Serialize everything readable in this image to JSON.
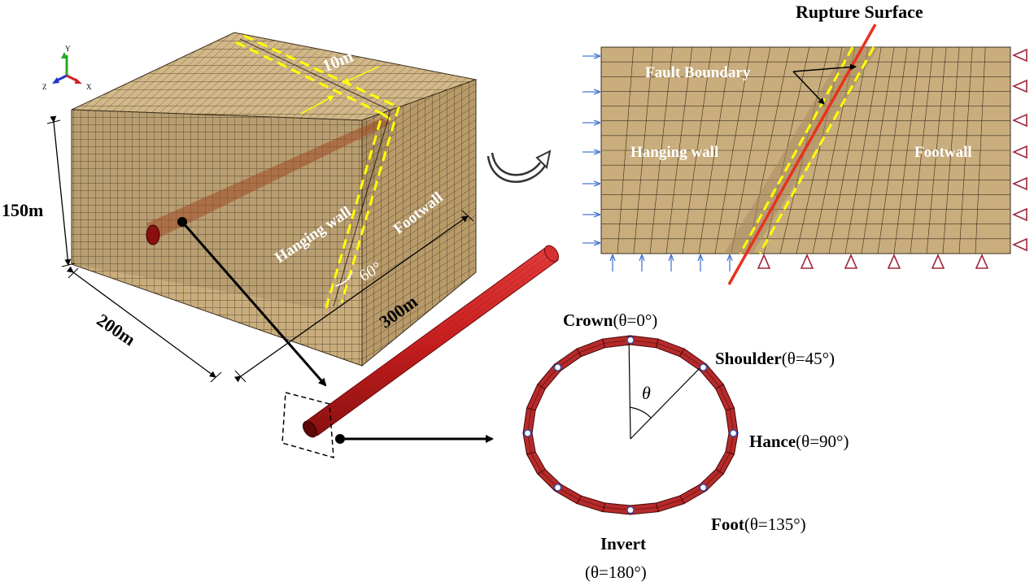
{
  "block": {
    "dim_height": "150m",
    "dim_width": "200m",
    "dim_length": "300m",
    "fault_width": "10m",
    "angle": "60°",
    "hanging_wall": "Hanging wall",
    "footwall": "Footwall"
  },
  "axis_triad": {
    "y": "Y",
    "z": "Z",
    "x": "X"
  },
  "section": {
    "title": "Rupture Surface",
    "fault_boundary": "Fault Boundary",
    "hanging_wall": "Hanging wall",
    "footwall": "Footwall"
  },
  "ring": {
    "theta_symbol": "θ",
    "crown": {
      "name": "Crown",
      "angle": "(θ=0°)"
    },
    "shoulder": {
      "name": "Shoulder",
      "angle": "(θ=45°)"
    },
    "hance": {
      "name": "Hance",
      "angle": "(θ=90°)"
    },
    "foot": {
      "name": "Foot",
      "angle": "(θ=135°)"
    },
    "invert": {
      "name": "Invert",
      "angle": "(θ=180°)"
    }
  },
  "colors": {
    "soil": "#c9ad7d",
    "soil_dark": "#8f7650",
    "mesh": "#3a2e1d",
    "fault_dash": "#ffff00",
    "tunnel": "#c81e1e",
    "rupture": "#e8321e",
    "load_arrow": "#4a78d2",
    "support": "#a0283c"
  }
}
